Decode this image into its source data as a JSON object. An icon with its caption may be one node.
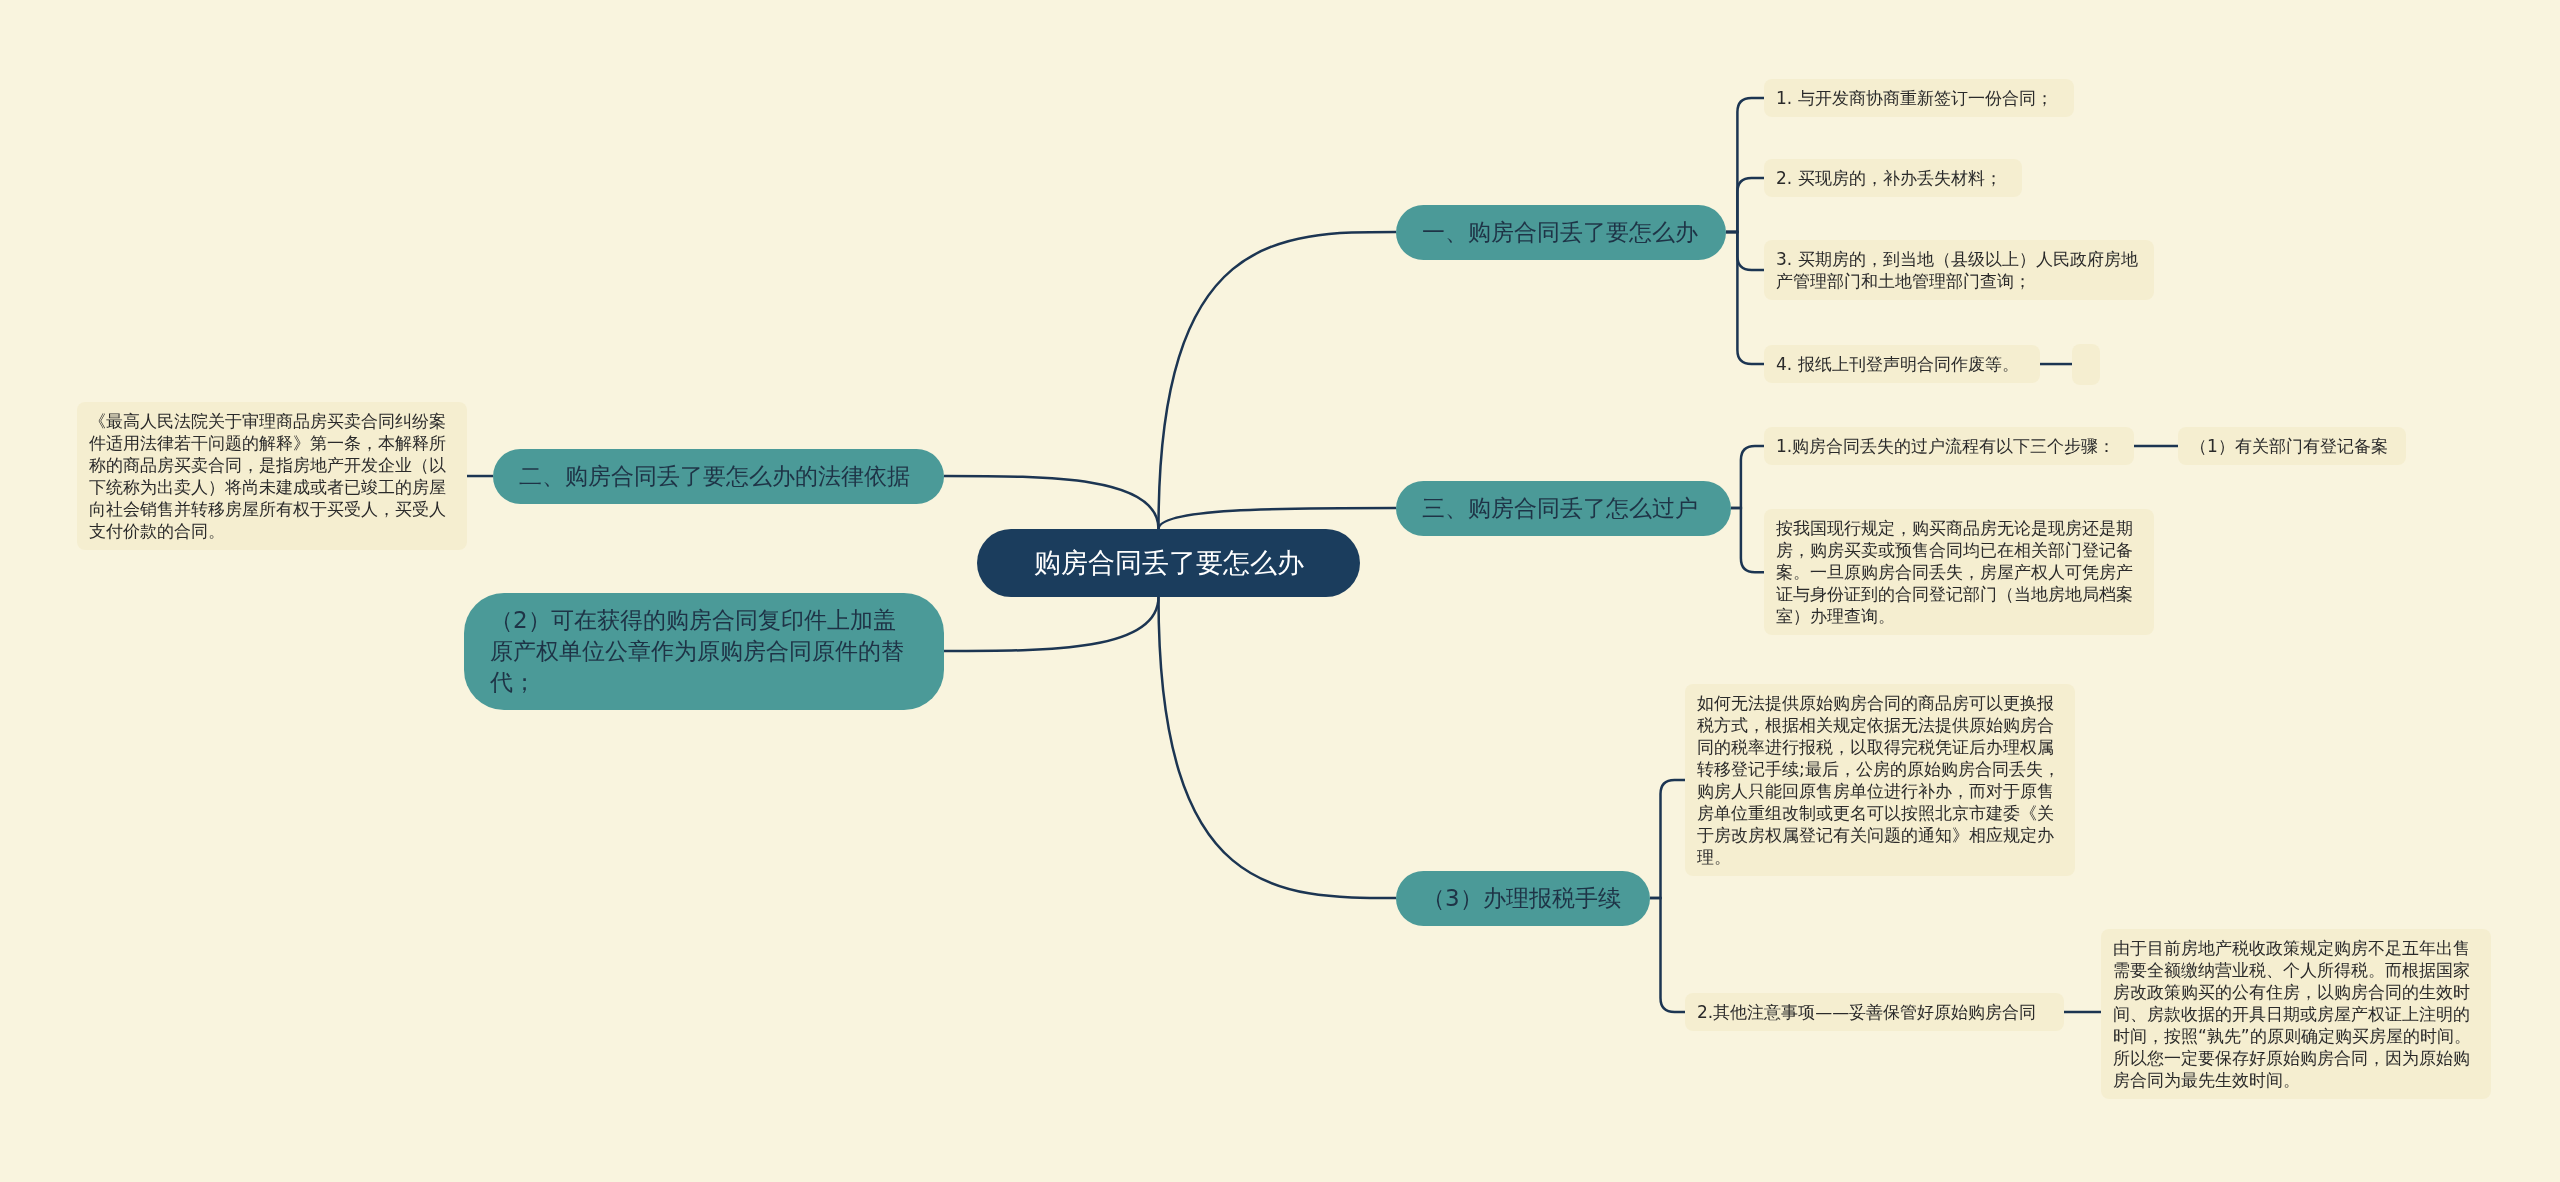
{
  "diagram": {
    "nodes": [
      {
        "text": [
          "购房合同丢了要怎么办"
        ]
      },
      {
        "text": [
          "一、购房合同丢了要怎么办"
        ]
      },
      {
        "text": [
          "1. 与开发商协商重新签订一份合同；"
        ]
      },
      {
        "text": [
          "2. 买现房的，补办丢失材料；"
        ]
      },
      {
        "text": [
          "3. 买期房的，到当地（县级以上）人民政府房地产管理部门和土地管理部门查询；"
        ]
      },
      {
        "text": [
          "4. 报纸上刊登声明合同作废等。"
        ]
      },
      {
        "text": [],
        "shape": "box"
      },
      {
        "text": [
          "三、购房合同丢了怎么过户"
        ]
      },
      {
        "text": [
          "1.购房合同丢失的过户流程有以下三个步骤："
        ]
      },
      {
        "text": [
          "（1）有关部门有登记备案"
        ]
      },
      {
        "text": [
          "按我国现行规定，购买商品房无论是现房还是期房，购房买卖或预售合同均已在相关部门登记备案。一旦原购房合同丢失，房屋产权人可凭房产证与身份证到的合同登记部门（当地房地局档案室）办理查询。"
        ]
      },
      {
        "text": [
          "（3）办理报税手续"
        ]
      },
      {
        "text": [
          "如何无法提供原始购房合同的商品房可以更换报税方式，根据相关规定依据无法提供原始购房合同的税率进行报税，以取得完税凭证后办理权属转移登记手续;最后，公房的原始购房合同丢失，购房人只能回原售房单位进行补办，而对于原售房单位重组改制或更名可以按照北京市建委《关于房改房权属登记有关问题的通知》相应规定办理。"
        ]
      },
      {
        "text": [
          "2.其他注意事项——妥善保管好原始购房合同"
        ]
      },
      {
        "text": [
          "由于目前房地产税收政策规定购房不足五年出售需要全额缴纳营业税、个人所得税。而根据国家房改政策购买的公有住房，以购房合同的生效时间、房款收据的开具日期或房屋产权证上注明的时间，按照“孰先”的原则确定购买房屋的时间。所以您一定要保存好原始购房合同，因为原始购房合同为最先生效时间。"
        ]
      },
      {
        "text": [
          "二、购房合同丢了要怎么办的法律依据"
        ]
      },
      {
        "text": [
          "《最高人民法院关于审理商品房买卖合同纠纷案件适用法律若干问题的解释》第一条，本解释所称的商品房买卖合同，是指房地产开发企业（以下统称为出卖人）将尚未建成或者已竣工的房屋向社会销售并转移房屋所有权于买受人，买受人支付价款的合同。"
        ]
      },
      {
        "text": [
          "（2）可在获得的购房合同复印件上加盖原产权单位公章作为原购房合同原件的替代；"
        ]
      }
    ],
    "edges": [
      {
        "from": 0,
        "to": 1,
        "arrow": "none"
      },
      {
        "from": 1,
        "to": 2,
        "arrow": "none"
      },
      {
        "from": 1,
        "to": 3,
        "arrow": "none"
      },
      {
        "from": 1,
        "to": 4,
        "arrow": "none"
      },
      {
        "from": 1,
        "to": 5,
        "arrow": "none"
      },
      {
        "from": 5,
        "to": 6,
        "arrow": "none"
      },
      {
        "from": 0,
        "to": 7,
        "arrow": "none"
      },
      {
        "from": 7,
        "to": 8,
        "arrow": "none"
      },
      {
        "from": 8,
        "to": 9,
        "arrow": "none"
      },
      {
        "from": 7,
        "to": 10,
        "arrow": "none"
      },
      {
        "from": 0,
        "to": 11,
        "arrow": "none"
      },
      {
        "from": 11,
        "to": 12,
        "arrow": "none"
      },
      {
        "from": 11,
        "to": 13,
        "arrow": "none"
      },
      {
        "from": 13,
        "to": 14,
        "arrow": "none"
      },
      {
        "from": 0,
        "to": 15,
        "arrow": "none"
      },
      {
        "from": 15,
        "to": 16,
        "arrow": "none"
      },
      {
        "from": 0,
        "to": 17,
        "arrow": "none"
      }
    ]
  }
}
